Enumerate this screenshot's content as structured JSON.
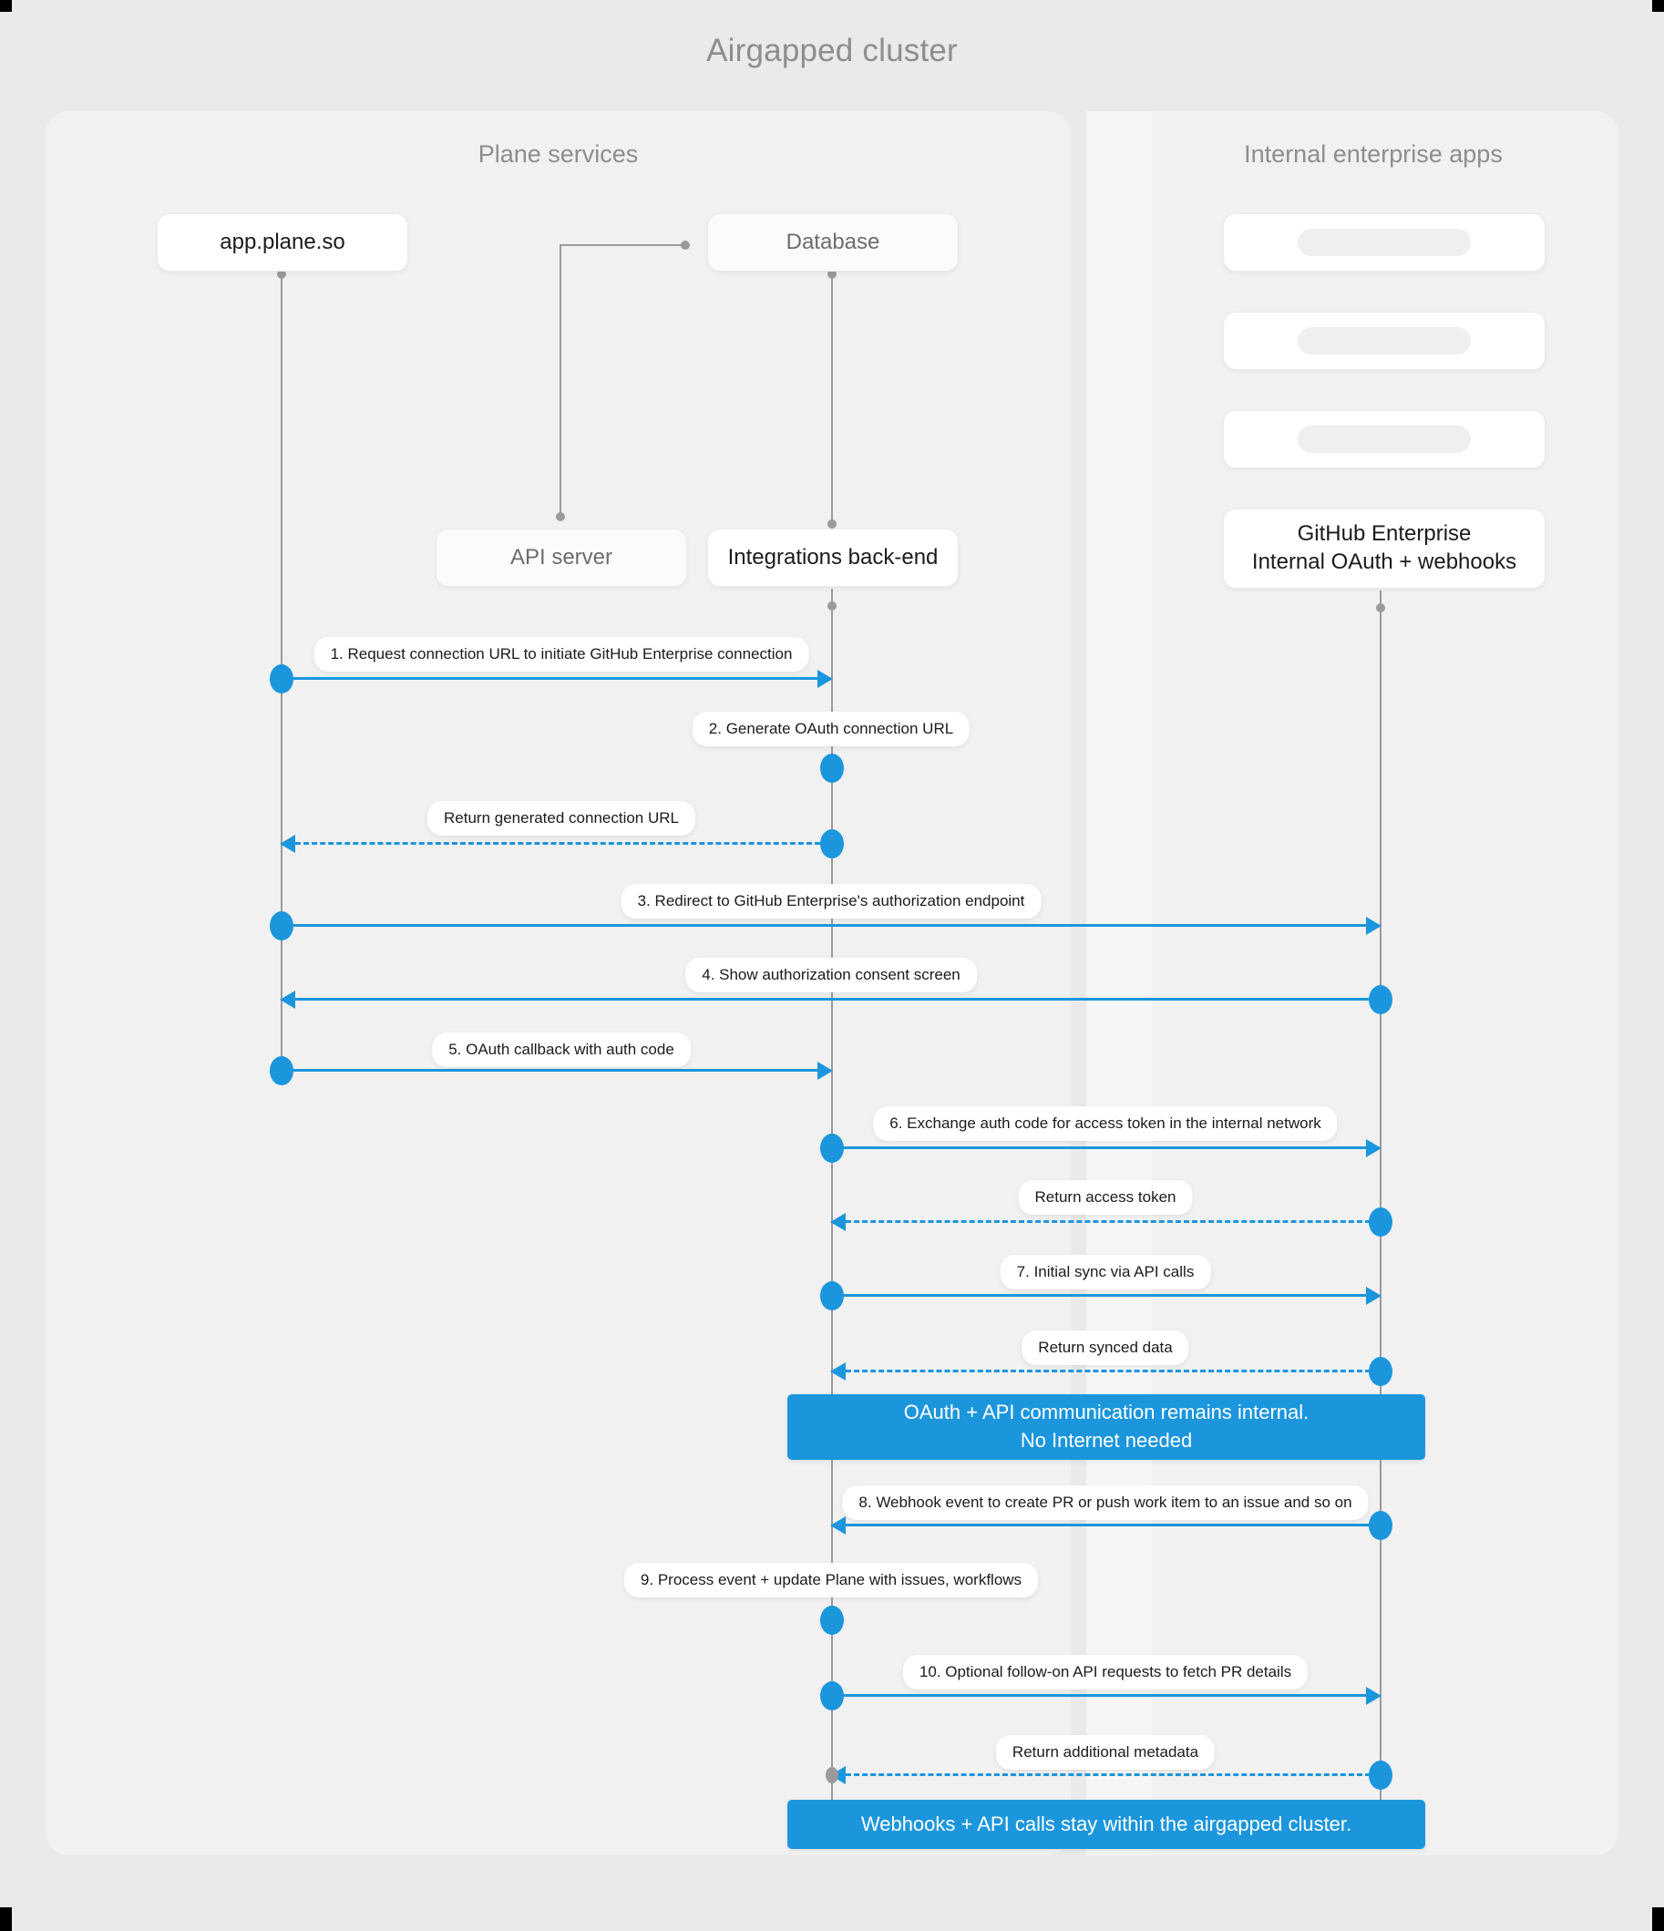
{
  "diagram": {
    "title": "Airgapped cluster",
    "type": "sequence-diagram"
  },
  "groups": [
    {
      "id": "plane-services",
      "title": "Plane services"
    },
    {
      "id": "internal-apps",
      "title": "Internal enterprise apps"
    }
  ],
  "participants": [
    {
      "id": "app-plane-so",
      "label": "app.plane.so"
    },
    {
      "id": "database",
      "label": "Database"
    },
    {
      "id": "api-server",
      "label": "API server"
    },
    {
      "id": "integrations-backend",
      "label": "Integrations back-end"
    },
    {
      "id": "github-enterprise",
      "label_line1": "GitHub Enterprise",
      "label_line2": "Internal OAuth + webhooks"
    }
  ],
  "messages": [
    {
      "n": 1,
      "label": "1. Request connection URL to initiate GitHub Enterprise connection",
      "from": "app-plane-so",
      "to": "integrations-backend",
      "style": "solid"
    },
    {
      "n": 2,
      "label": "2. Generate OAuth connection URL",
      "from": "integrations-backend",
      "to": "integrations-backend",
      "style": "self"
    },
    {
      "n": 3,
      "label": "Return generated connection URL",
      "from": "integrations-backend",
      "to": "app-plane-so",
      "style": "dashed"
    },
    {
      "n": 4,
      "label": "3. Redirect to GitHub Enterprise's authorization endpoint",
      "from": "app-plane-so",
      "to": "github-enterprise",
      "style": "solid"
    },
    {
      "n": 5,
      "label": "4. Show authorization consent screen",
      "from": "github-enterprise",
      "to": "app-plane-so",
      "style": "solid"
    },
    {
      "n": 6,
      "label": "5. OAuth callback with auth code",
      "from": "app-plane-so",
      "to": "integrations-backend",
      "style": "solid"
    },
    {
      "n": 7,
      "label": "6. Exchange auth code for access token in the internal network",
      "from": "integrations-backend",
      "to": "github-enterprise",
      "style": "solid"
    },
    {
      "n": 8,
      "label": "Return access token",
      "from": "github-enterprise",
      "to": "integrations-backend",
      "style": "dashed"
    },
    {
      "n": 9,
      "label": "7. Initial sync via API calls",
      "from": "integrations-backend",
      "to": "github-enterprise",
      "style": "solid"
    },
    {
      "n": 10,
      "label": "Return synced data",
      "from": "github-enterprise",
      "to": "integrations-backend",
      "style": "dashed"
    },
    {
      "n": 11,
      "label": "8. Webhook event to create PR  or push work item to an issue  and so on",
      "from": "github-enterprise",
      "to": "integrations-backend",
      "style": "solid"
    },
    {
      "n": 12,
      "label": "9. Process event + update Plane with issues, workflows",
      "from": "integrations-backend",
      "to": "integrations-backend",
      "style": "self"
    },
    {
      "n": 13,
      "label": "10. Optional follow-on API requests to fetch PR details",
      "from": "integrations-backend",
      "to": "github-enterprise",
      "style": "solid"
    },
    {
      "n": 14,
      "label": "Return additional metadata",
      "from": "github-enterprise",
      "to": "integrations-backend",
      "style": "dashed"
    }
  ],
  "notes": [
    {
      "id": "note-internal",
      "line1": "OAuth + API communication remains internal.",
      "line2": "No Internet needed"
    },
    {
      "id": "note-airgapped",
      "line1": "Webhooks + API calls stay within the airgapped cluster.",
      "line2": ""
    }
  ],
  "colors": {
    "accent": "#1b96dd",
    "canvas": "#eaeaea",
    "panel": "#f1f1f1",
    "lifeline": "#9a9a9a",
    "title_text": "#8d8d8d"
  }
}
